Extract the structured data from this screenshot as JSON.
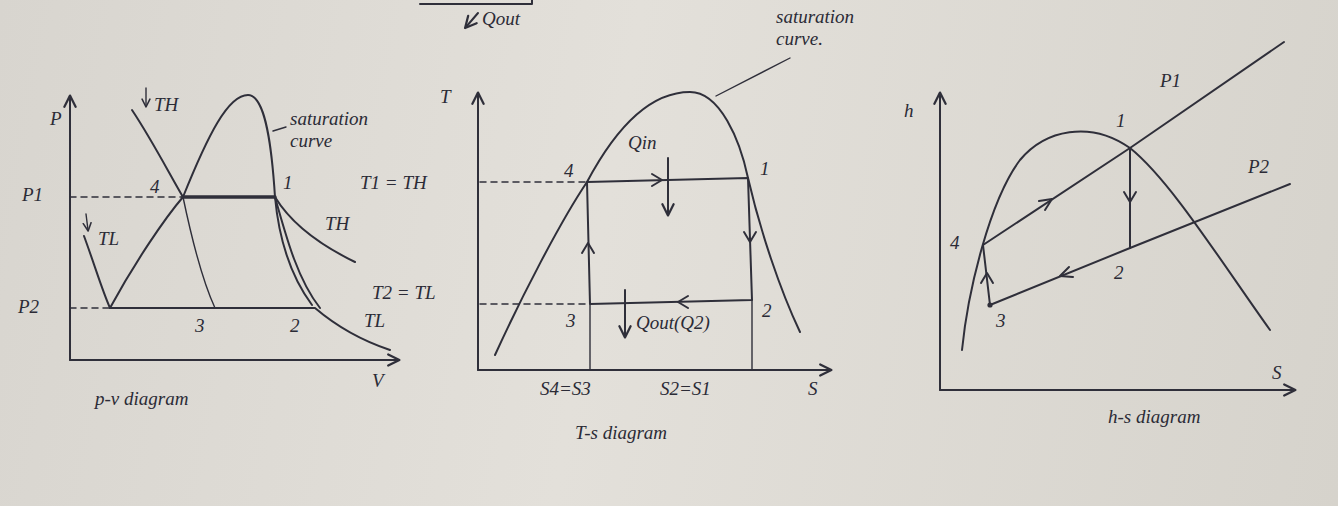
{
  "diagram": {
    "labels": [
      "Qout",
      "P",
      "P1",
      "P2",
      "TH",
      "TL",
      "4",
      "1",
      "saturation curve",
      "TH",
      "3",
      "2",
      "TL",
      "V",
      "p-v diagram",
      "T",
      "saturation curve.",
      "Qin",
      "4",
      "1",
      "T1 = TH",
      "T2 = TL",
      "3",
      "2",
      "Qout(Q2)",
      "S4=S3",
      "S2=S1",
      "S",
      "T-s diagram",
      "h",
      "P1",
      "P2",
      "1",
      "4",
      "2",
      "3",
      "S",
      "h-s diagram"
    ]
  }
}
